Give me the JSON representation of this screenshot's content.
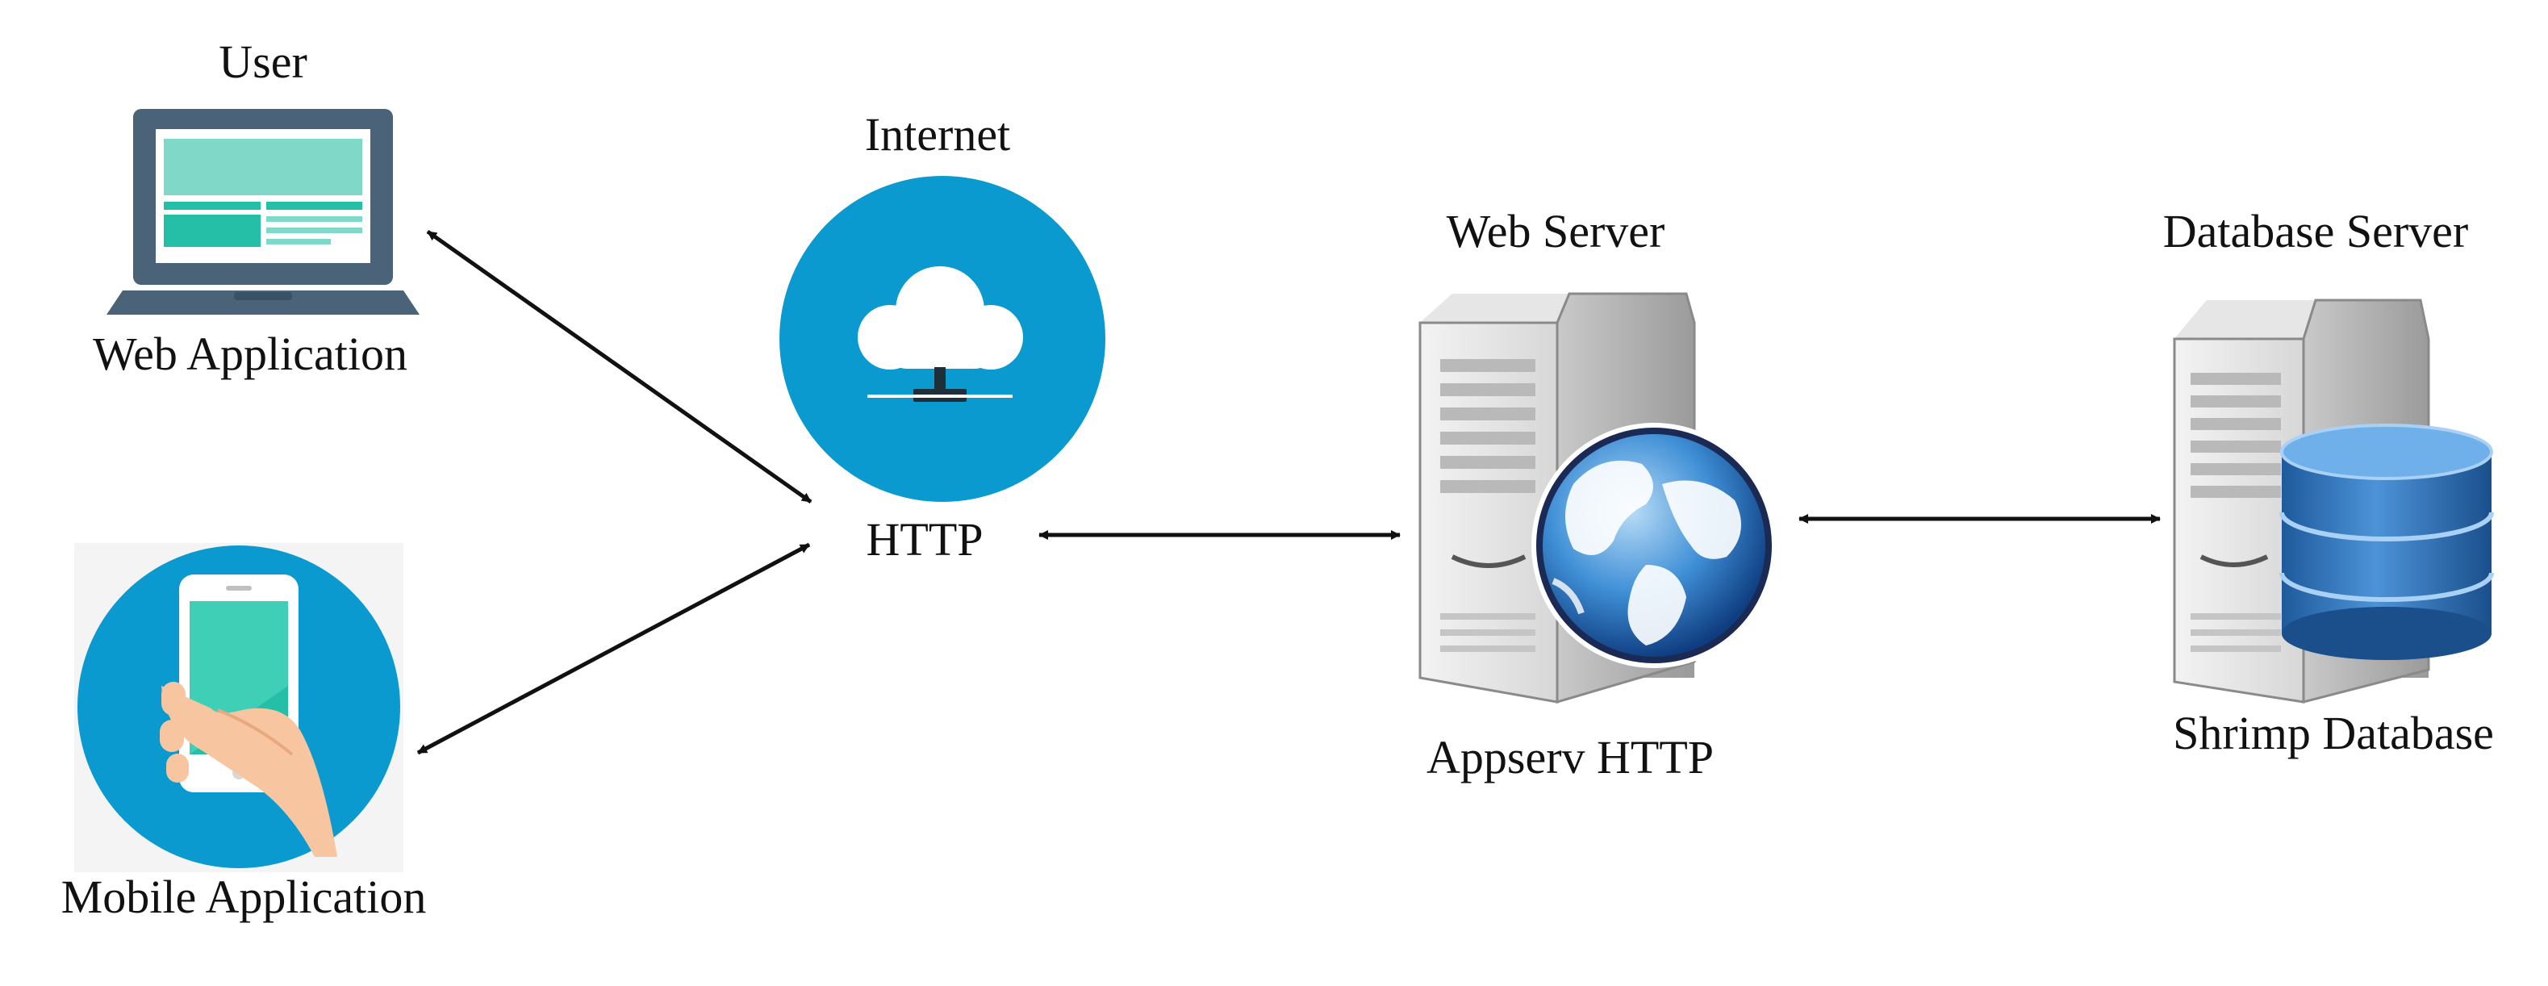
{
  "labels": {
    "user": "User",
    "web_application": "Web Application",
    "mobile_application": "Mobile Application",
    "internet": "Internet",
    "http": "HTTP",
    "web_server": "Web Server",
    "appserv_http": "Appserv HTTP",
    "database_server": "Database Server",
    "shrimp_database": "Shrimp Database"
  },
  "icons": {
    "laptop": "laptop-icon",
    "phone": "smartphone-in-hand-icon",
    "cloud": "cloud-network-icon",
    "web_server": "server-tower-icon",
    "globe": "globe-icon",
    "db_server": "server-tower-icon",
    "database": "database-cylinder-icon"
  },
  "colors": {
    "accent_blue": "#0a9ad0",
    "teal": "#24bfa6",
    "laptop_frame": "#4a6378",
    "db_blue": "#2a72b8",
    "arrow": "#111111"
  }
}
